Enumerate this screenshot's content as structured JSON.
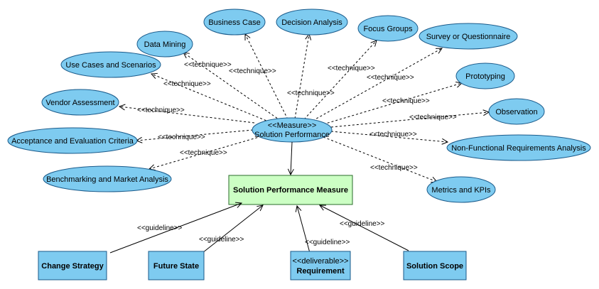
{
  "colors": {
    "ellipse_fill": "#7ecbf0",
    "ellipse_stroke": "#1a5a8a",
    "center_fill": "#7ecbf0",
    "measure_fill": "#ccffc4",
    "measure_stroke": "#2a6b2a",
    "box_fill": "#7ecbf0",
    "box_stroke": "#1a5a8a",
    "edge": "#000000"
  },
  "center": {
    "stereotype": "<<Measure>>",
    "name": "Solution Performance"
  },
  "techniques": [
    {
      "label": "Data Mining"
    },
    {
      "label": "Business Case"
    },
    {
      "label": "Decision Analysis"
    },
    {
      "label": "Focus Groups"
    },
    {
      "label": "Survey or Questionnaire"
    },
    {
      "label": "Use Cases and Scenarios"
    },
    {
      "label": "Prototyping"
    },
    {
      "label": "Vendor Assessment"
    },
    {
      "label": "Observation"
    },
    {
      "label": "Acceptance and Evaluation Criteria"
    },
    {
      "label": "Non-Functional Requirements Analysis"
    },
    {
      "label": "Benchmarking and Market Analysis"
    },
    {
      "label": "Metrics and KPIs"
    }
  ],
  "technique_edge_label": "<<technique>>",
  "measure": {
    "label": "Solution Performance Measure"
  },
  "guideline_edge_label": "<<guideline>>",
  "guidelines": [
    {
      "label": "Change Strategy"
    },
    {
      "label": "Future State"
    },
    {
      "stereotype": "<<deliverable>>",
      "label": "Requirement"
    },
    {
      "label": "Solution Scope"
    }
  ]
}
